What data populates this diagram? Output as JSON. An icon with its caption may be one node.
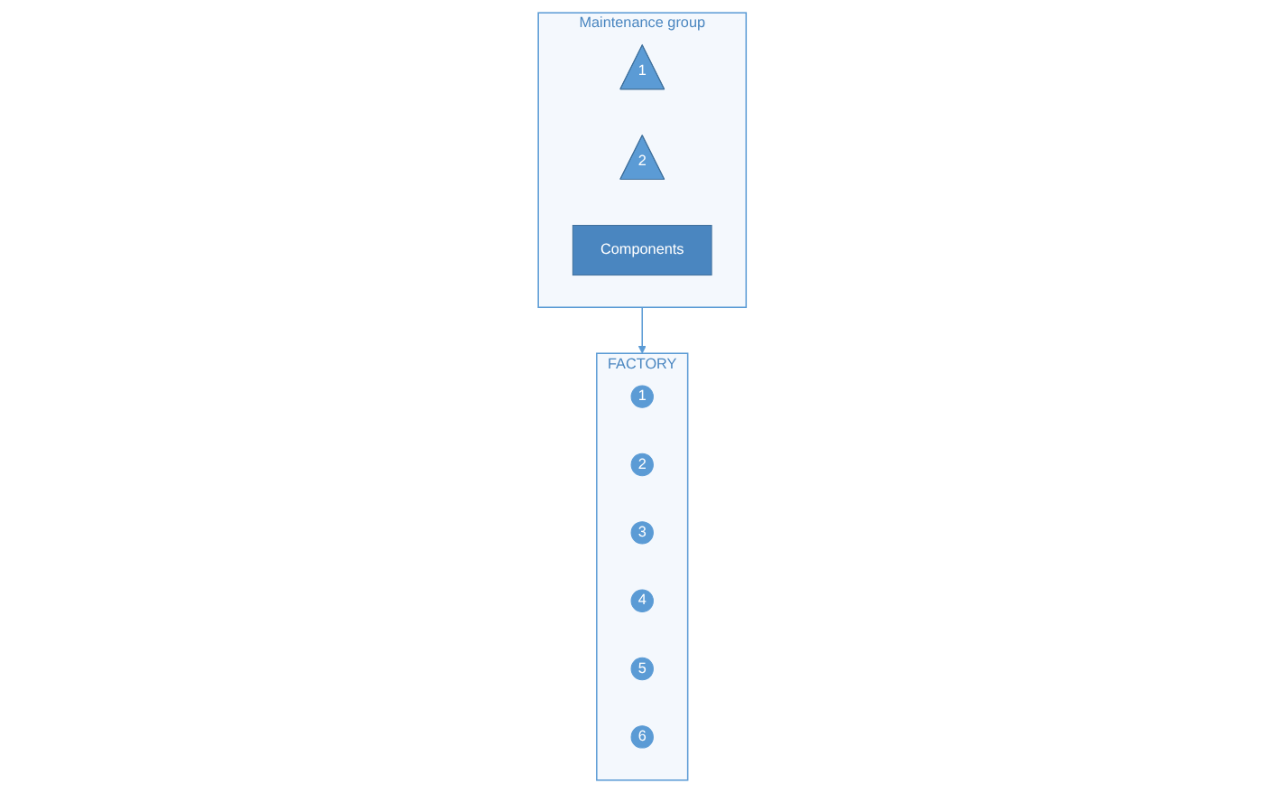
{
  "diagram": {
    "nodes": [
      {
        "text": [
          "Maintenance group"
        ]
      },
      {
        "text": [
          "1"
        ],
        "in": 0
      },
      {
        "text": [
          "2"
        ],
        "in": 0
      },
      {
        "text": [
          "Components"
        ],
        "in": 0
      },
      {
        "text": [
          "FACTORY"
        ]
      },
      {
        "text": [
          "1"
        ],
        "in": 4
      },
      {
        "text": [
          "2"
        ],
        "in": 4
      },
      {
        "text": [
          "3"
        ],
        "in": 4
      },
      {
        "text": [
          "4"
        ],
        "in": 4
      },
      {
        "text": [
          "5"
        ],
        "in": 4
      },
      {
        "text": [
          "6"
        ],
        "in": 4
      }
    ],
    "edges": [
      {
        "from": 0,
        "to": 4,
        "arrow": "to"
      }
    ]
  }
}
